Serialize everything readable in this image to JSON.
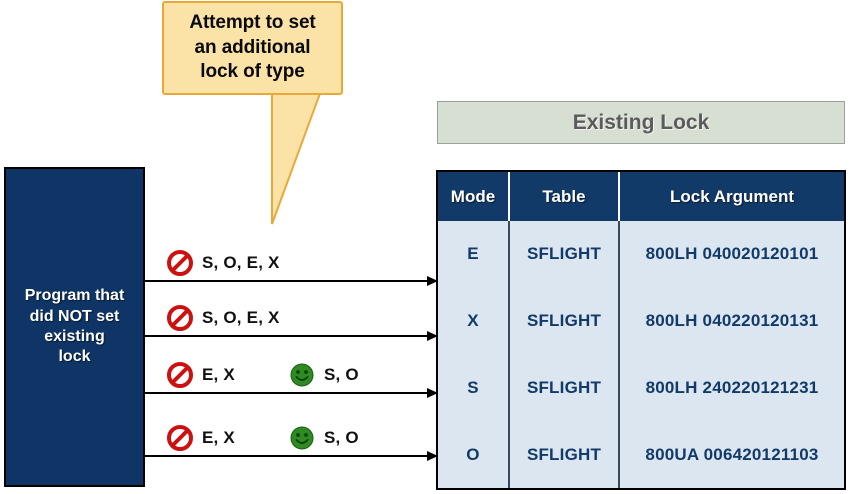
{
  "callout": {
    "text": "Attempt to set\nan additional\nlock of type",
    "fill_color": "#fbe3a8",
    "border_color": "#e8a93a"
  },
  "program_box": {
    "text": "Program that\ndid NOT set\nexisting\nlock",
    "fill_color": "#0e3566",
    "text_color": "#ffffff"
  },
  "banner": {
    "title": "Existing Lock",
    "fill_color": "#d6dfd2",
    "text_color": "#5b5b5b"
  },
  "table": {
    "header_color": "#123a68",
    "cell_color": "#dce6f1",
    "columns": [
      "Mode",
      "Table",
      "Lock Argument"
    ],
    "rows": [
      {
        "mode": "E",
        "table": "SFLIGHT",
        "argument": "800LH 040020120101"
      },
      {
        "mode": "X",
        "table": "SFLIGHT",
        "argument": "800LH 040220120131"
      },
      {
        "mode": "S",
        "table": "SFLIGHT",
        "argument": "800LH 240220121231"
      },
      {
        "mode": "O",
        "table": "SFLIGHT",
        "argument": "800UA 006420121103"
      }
    ]
  },
  "arrows": [
    {
      "denied_icon": "no-entry-icon",
      "denied_modes": "S, O, E, X",
      "allowed_icon": null,
      "allowed_modes": null
    },
    {
      "denied_icon": "no-entry-icon",
      "denied_modes": "S, O, E, X",
      "allowed_icon": null,
      "allowed_modes": null
    },
    {
      "denied_icon": "no-entry-icon",
      "denied_modes": "E, X",
      "allowed_icon": "smiley-icon",
      "allowed_modes": "S, O"
    },
    {
      "denied_icon": "no-entry-icon",
      "denied_modes": "E, X",
      "allowed_icon": "smiley-icon",
      "allowed_modes": "S, O"
    }
  ],
  "colors": {
    "navy": "#0e3566",
    "deny_red": "#cc1111",
    "allow_green": "#2e8b22"
  }
}
